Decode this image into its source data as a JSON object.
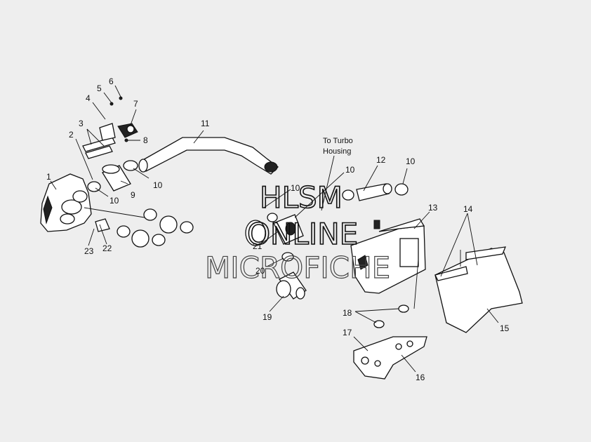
{
  "callouts": {
    "c1": "1",
    "c2": "2",
    "c3": "3",
    "c4": "4",
    "c5": "5",
    "c6": "6",
    "c7": "7",
    "c8": "8",
    "c9": "9",
    "c10a": "10",
    "c10b": "10",
    "c10c": "10",
    "c10d": "10",
    "c10e": "10",
    "c11": "11",
    "c12": "12",
    "c13": "13",
    "c14": "14",
    "c15": "15",
    "c16": "16",
    "c17": "17",
    "c18": "18",
    "c19": "19",
    "c20": "20",
    "c21": "21",
    "c22": "22",
    "c23": "23"
  },
  "note": {
    "line1": "To Turbo",
    "line2": "Housing"
  },
  "watermark": {
    "line1": "HLSM",
    "line2": "ONLINE",
    "line3": "MICROFICHE"
  }
}
